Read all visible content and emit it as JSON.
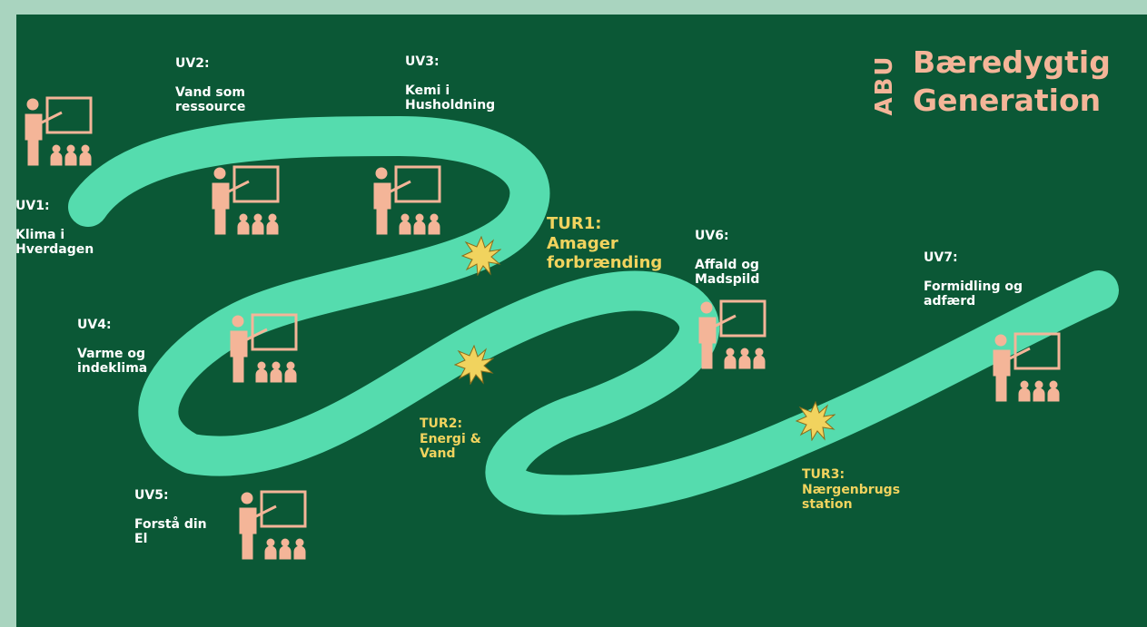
{
  "brand": {
    "mark": "ABU",
    "name": "Bæredygtig\nGeneration",
    "color": "#f4b598"
  },
  "colors": {
    "background": "#0b5836",
    "frame": "#a9d4bf",
    "road": "#55dcae",
    "uv_text": "#ffffff",
    "tur_text": "#f1d35e",
    "icon": "#f4b598",
    "burst": "#f1d35e"
  },
  "stations": {
    "uv1": {
      "code": "UV1:",
      "name": "Klima i\nHverdagen",
      "icon": "teacher-icon"
    },
    "uv2": {
      "code": "UV2:",
      "name": "Vand som\nressource",
      "icon": "teacher-icon"
    },
    "uv3": {
      "code": "UV3:",
      "name": "Kemi i\nHusholdning",
      "icon": "teacher-icon"
    },
    "uv4": {
      "code": "UV4:",
      "name": "Varme og\nindeklima",
      "icon": "teacher-icon"
    },
    "uv5": {
      "code": "UV5:",
      "name": "Forstå din\nEl",
      "icon": "teacher-icon"
    },
    "uv6": {
      "code": "UV6:",
      "name": "Affald og\nMadspild",
      "icon": "teacher-icon"
    },
    "uv7": {
      "code": "UV7:",
      "name": "Formidling og\nadfærd",
      "icon": "teacher-icon"
    }
  },
  "trips": {
    "tur1": {
      "name": "TUR1:\nAmager\nforbrænding",
      "icon": "burst-icon"
    },
    "tur2": {
      "name": "TUR2:\nEnergi &\nVand",
      "icon": "burst-icon"
    },
    "tur3": {
      "name": "TUR3:\nNærgenbrugs\nstation",
      "icon": "burst-icon"
    }
  }
}
